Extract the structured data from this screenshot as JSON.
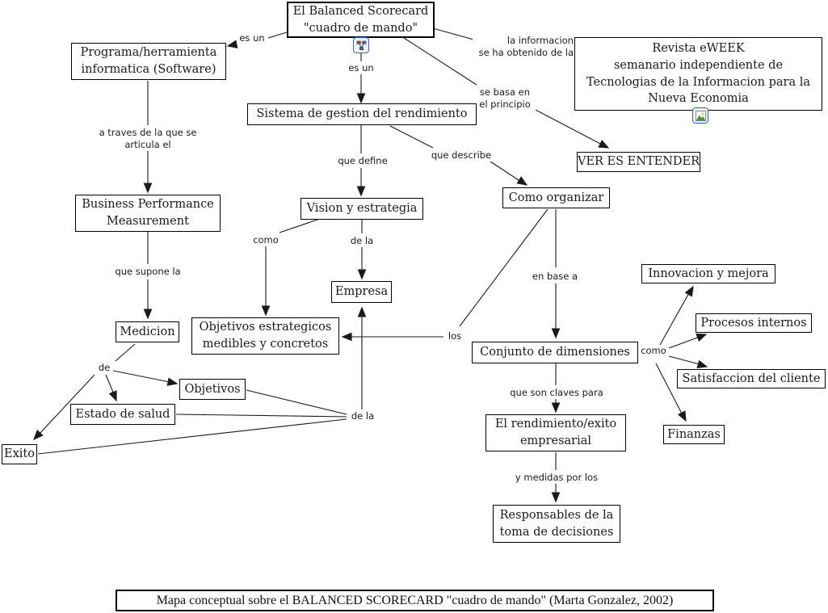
{
  "diagram": {
    "title_caption": "Mapa conceptual sobre el BALANCED SCORECARD \"cuadro de mando\" (Marta Gonzalez, 2002)",
    "colors": {
      "line": "#1a1a1a",
      "node_border": "#000000",
      "background": "#ffffff",
      "icon_frame": "#3366cc"
    },
    "nodes": {
      "balanced_scorecard": "El Balanced Scorecard\n\"cuadro de mando\"",
      "programa": "Programa/herramienta\ninformatica (Software)",
      "revista": "Revista eWEEK\nsemanario independiente de\nTecnologias de la Informacion para la\nNueva Economia",
      "sistema": "Sistema de gestion del rendimiento",
      "ver_es_entender": "VER ES ENTENDER",
      "como_organizar": "Como organizar",
      "bpm": "Business Performance\nMeasurement",
      "vision": "Vision y estrategia",
      "empresa": "Empresa",
      "innovacion": "Innovacion y mejora",
      "procesos": "Procesos internos",
      "medicion": "Medicion",
      "objetivos_estrategicos": "Objetivos estrategicos\nmedibles y concretos",
      "conjunto": "Conjunto de dimensiones",
      "satisfaccion": "Satisfaccion del cliente",
      "objetivos": "Objetivos",
      "estado_salud": "Estado de salud",
      "finanzas": "Finanzas",
      "rendimiento": "El rendimiento/exito\nempresarial",
      "exito": "Exito",
      "responsables": "Responsables de la\ntoma de decisiones"
    },
    "edge_labels": {
      "es_un_left": "es un",
      "es_un_mid": "es un",
      "la_informacion": "la informacion\nse ha obtenido de la",
      "se_basa": "se basa en\nel principio",
      "que_define": "que define",
      "que_describe": "que describe",
      "como_left": "como",
      "de_la_vision": "de la",
      "a_traves": "a traves de la que se\narticula el",
      "que_supone": "que supone la",
      "en_base_a": "en base a",
      "los": "los",
      "como_right": "como",
      "de": "de",
      "de_la_lower": "de la",
      "que_son_claves": "que son claves para",
      "y_medidas": "y medidas por los"
    },
    "icons": {
      "concept_map_resource": "concept-map-resource-icon",
      "image_resource": "image-resource-icon"
    }
  }
}
